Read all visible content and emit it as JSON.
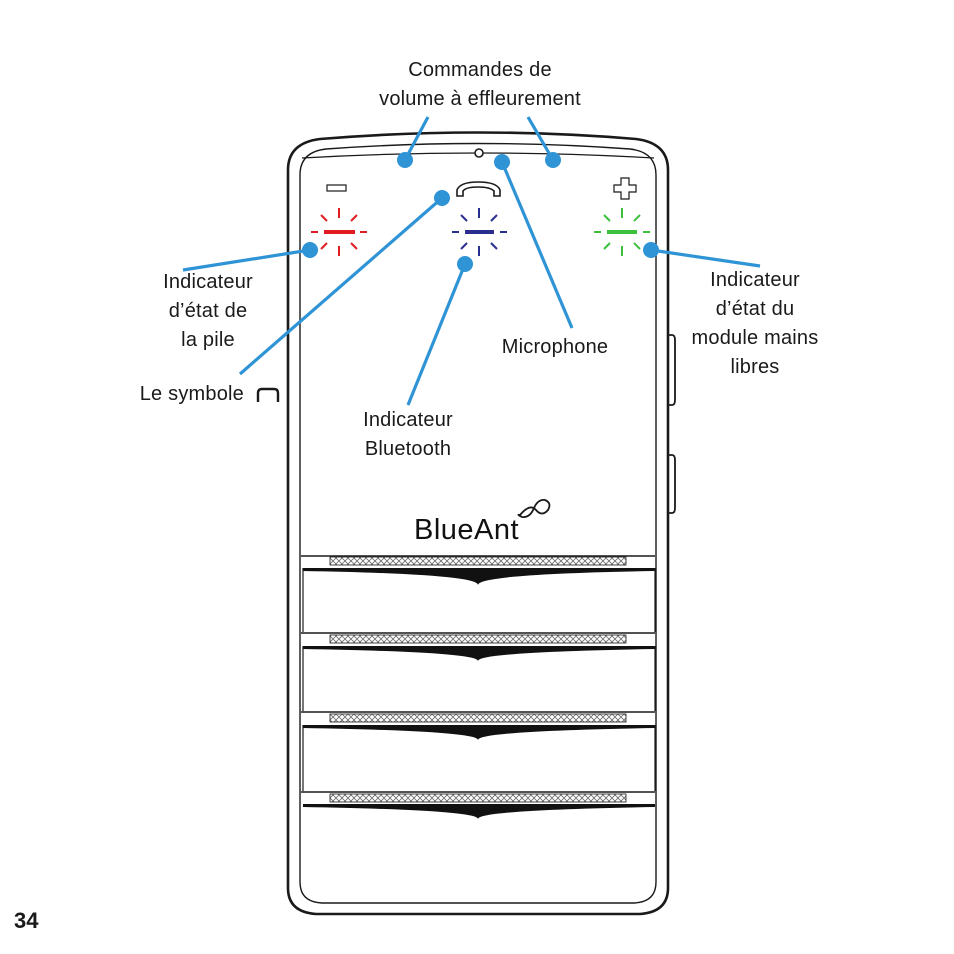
{
  "labels": {
    "volume_controls": [
      "Commandes de",
      "volume à effleurement"
    ],
    "battery_indicator": [
      "Indicateur",
      "d’état de",
      "la pile"
    ],
    "handsfree_indicator": [
      "Indicateur",
      "d’état du",
      "module mains",
      "libres"
    ],
    "microphone": "Microphone",
    "phone_symbol": "Le symbole",
    "bluetooth_indicator": [
      "Indicateur",
      "Bluetooth"
    ]
  },
  "brand": "BlueAnt",
  "page_number": "34",
  "icons": {
    "minus": "minus-icon",
    "plus": "plus-icon",
    "phone": "phone-handset-icon",
    "infinity": "infinity-logo-icon"
  },
  "colors": {
    "callout": "#2f94d6",
    "battery_led": "#e11b22",
    "bluetooth_led": "#2a2f8f",
    "handsfree_led": "#3cbf3c",
    "outline": "#1a1a1a"
  }
}
